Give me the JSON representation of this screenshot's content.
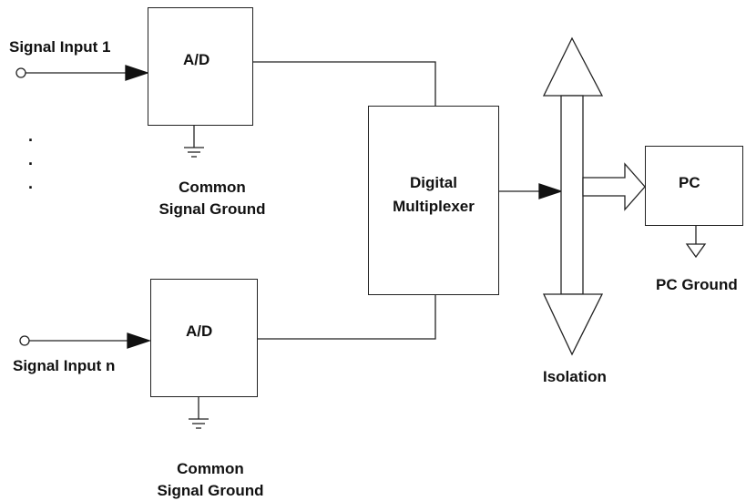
{
  "inputs": {
    "first_label": "Signal Input 1",
    "last_label": "Signal Input n",
    "ellipsis": [
      ".",
      ".",
      "."
    ]
  },
  "converters": {
    "top_label": "A/D",
    "bottom_label": "A/D"
  },
  "grounds": {
    "top_line1": "Common",
    "top_line2": "Signal Ground",
    "bottom_line1": "Common",
    "bottom_line2": "Signal Ground",
    "pc_label": "PC Ground"
  },
  "multiplexer": {
    "line1": "Digital",
    "line2": "Multiplexer"
  },
  "isolation": {
    "label": "Isolation"
  },
  "pc": {
    "label": "PC"
  }
}
